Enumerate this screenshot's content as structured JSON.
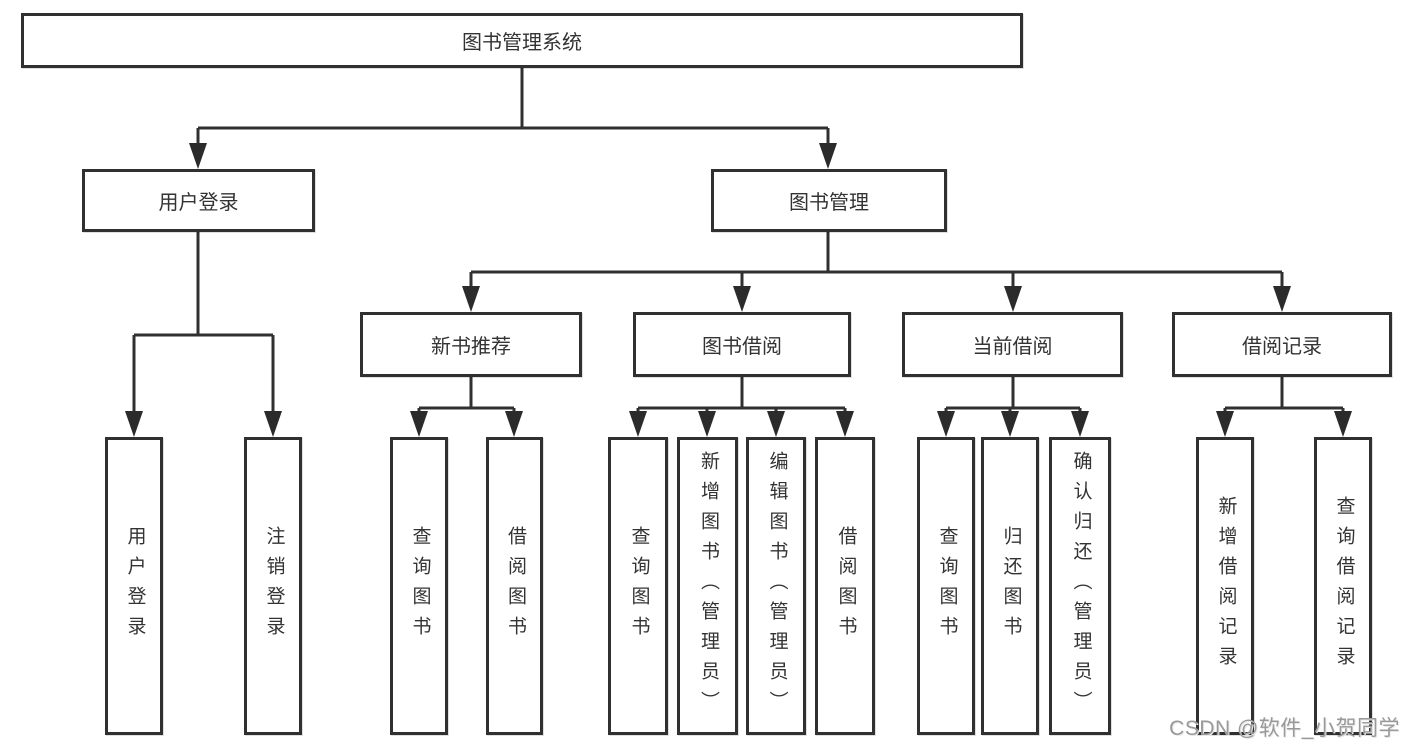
{
  "diagram": {
    "root": {
      "label": "图书管理系统"
    },
    "level2": [
      {
        "label": "用户登录"
      },
      {
        "label": "图书管理"
      }
    ],
    "level3": [
      {
        "label": "新书推荐"
      },
      {
        "label": "图书借阅"
      },
      {
        "label": "当前借阅"
      },
      {
        "label": "借阅记录"
      }
    ],
    "leaves": {
      "user_login": [
        {
          "label": "用户登录"
        },
        {
          "label": "注销登录"
        }
      ],
      "new_books": [
        {
          "label": "查询图书"
        },
        {
          "label": "借阅图书"
        }
      ],
      "borrow": [
        {
          "label": "查询图书"
        },
        {
          "label": "新增图书（管理员）"
        },
        {
          "label": "编辑图书（管理员）"
        },
        {
          "label": "借阅图书"
        }
      ],
      "current": [
        {
          "label": "查询图书"
        },
        {
          "label": "归还图书"
        },
        {
          "label": "确认归还（管理员）"
        }
      ],
      "records": [
        {
          "label": "新增借阅记录"
        },
        {
          "label": "查询借阅记录"
        }
      ]
    }
  },
  "watermark": {
    "text": "CSDN @软件_小贺同学"
  },
  "colors": {
    "line": "#303030",
    "text": "#333333",
    "background": "#ffffff",
    "watermark": "#999999"
  }
}
